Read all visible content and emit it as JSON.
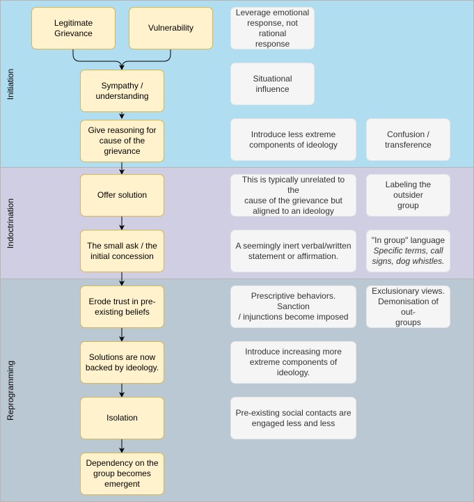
{
  "swimlanes": [
    {
      "label": "Initiation",
      "color": "#b1ddf0"
    },
    {
      "label": "Indoctrination",
      "color": "#d0cee2"
    },
    {
      "label": "Reprogramming",
      "color": "#bac8d3"
    }
  ],
  "steps": {
    "legitimate_grievance": "Legitimate Grievance",
    "vulnerability": "Vulnerability",
    "sympathy": "Sympathy /\nunderstanding",
    "give_reasoning": "Give reasoning for\ncause of the\ngrievance",
    "offer_solution": "Offer solution",
    "small_ask": "The small ask / the\ninitial concession",
    "erode_trust": "Erode trust in pre-\nexisting beliefs",
    "solutions_backed": "Solutions are now\nbacked by ideology.",
    "isolation": "Isolation",
    "dependency": "Dependency on the\ngroup becomes\nemergent"
  },
  "notes": {
    "leverage": "Leverage emotional\nresponse, not rational\nresponse",
    "situational": "Situational influence",
    "introduce_less": "Introduce less extreme\ncomponents of ideology",
    "confusion": "Confusion /\ntransference",
    "unrelated": "This is typically unrelated to the\ncause of the grievance but\naligned to an ideology",
    "labeling": "Labeling the outsider\ngroup",
    "inert": "A seemingly inert verbal/written\nstatement or affirmation.",
    "in_group_title": "\"In group\" language",
    "in_group_detail": "Specific terms, call\nsigns, dog whistles.",
    "prescriptive": "Prescriptive behaviors. Sanction\n/ injunctions become imposed",
    "exclusionary": "Exclusionary views.\nDemonisation of out-\ngroups",
    "increasing": "Introduce increasing more\nextreme components of ideology.",
    "pre_existing": "Pre-existing social contacts are\nengaged less and less"
  }
}
